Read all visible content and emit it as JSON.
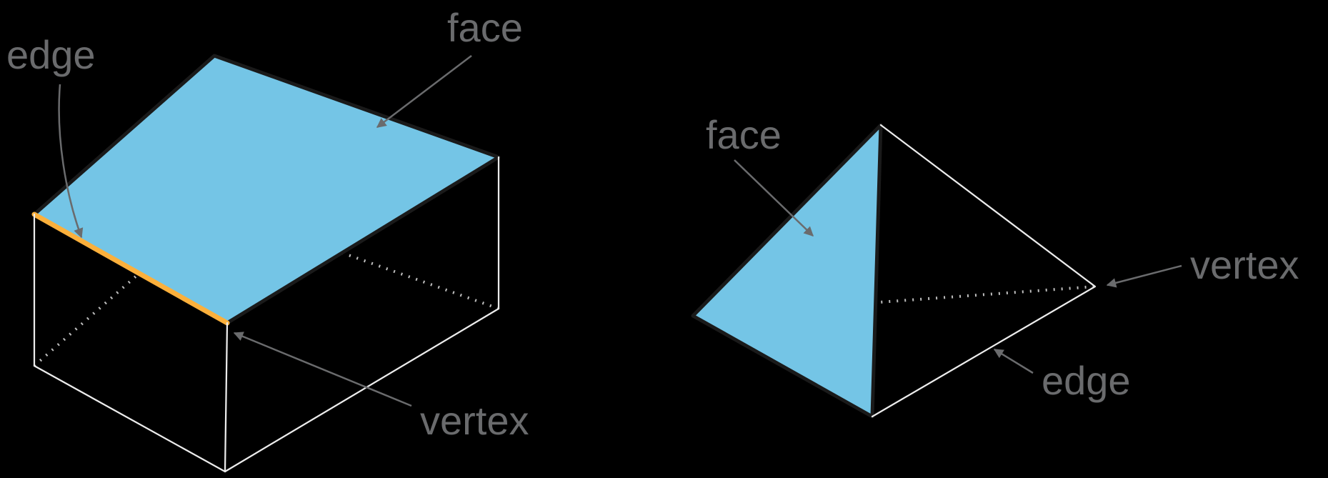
{
  "figure": {
    "background_color": "#000000",
    "colors": {
      "face_fill": "#74C5E6",
      "highlighted_edge": "#FBB03C",
      "shape_outline": "#1A1A1A",
      "visible_edge": "#ECECEC",
      "hidden_edge": "#BDBDBD",
      "label": "#6A6B6D"
    },
    "prism_labels": {
      "edge": "edge",
      "face": "face",
      "vertex": "vertex"
    },
    "pyramid_labels": {
      "face": "face",
      "vertex": "vertex",
      "edge": "edge"
    }
  }
}
